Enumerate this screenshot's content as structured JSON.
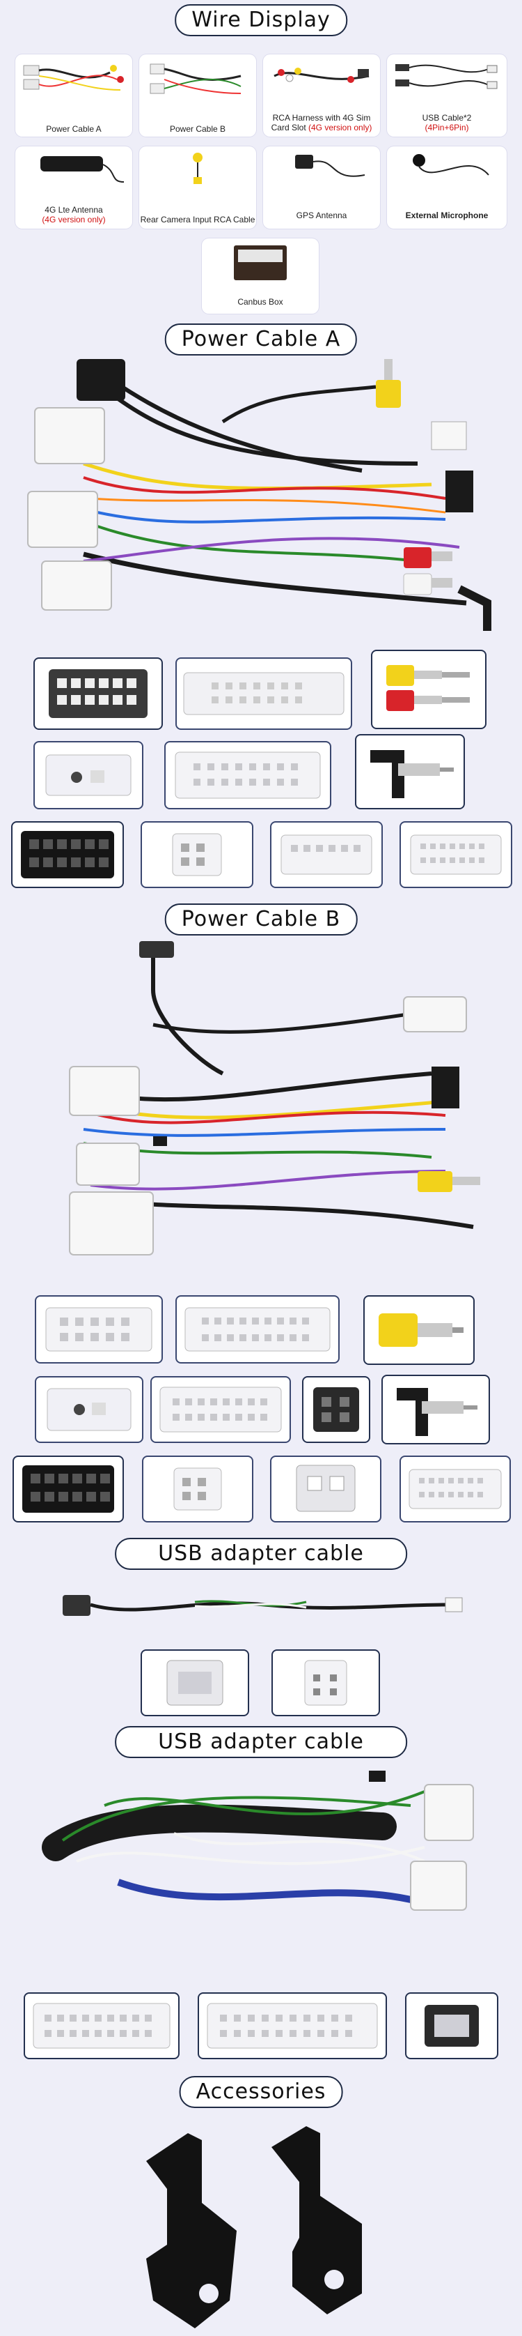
{
  "sections": {
    "wire_display": "Wire Display",
    "power_cable_a": "Power Cable A",
    "power_cable_b": "Power Cable B",
    "usb_adapter_1": "USB adapter cable",
    "usb_adapter_2": "USB adapter cable",
    "accessories": "Accessories"
  },
  "wire_items": [
    {
      "label": "Power Cable A",
      "note": ""
    },
    {
      "label": "Power Cable B",
      "note": ""
    },
    {
      "label": "RCA Harness with 4G Sim Card Slot",
      "note": "(4G version only)"
    },
    {
      "label": "USB Cable*2",
      "note": "(4Pin+6Pin)"
    },
    {
      "label": "4G Lte Antenna",
      "note": "(4G version only)"
    },
    {
      "label": "Rear Camera Input RCA Cable",
      "note": ""
    },
    {
      "label": "GPS Antenna",
      "note": ""
    },
    {
      "label": "External Microphone",
      "note": ""
    },
    {
      "label": "Canbus Box",
      "note": ""
    }
  ],
  "colors": {
    "background": "#eeeef8",
    "frame": "#23304f",
    "note_red": "#d01010",
    "rca_yellow": "#f2d21b",
    "rca_red": "#d8242a"
  }
}
